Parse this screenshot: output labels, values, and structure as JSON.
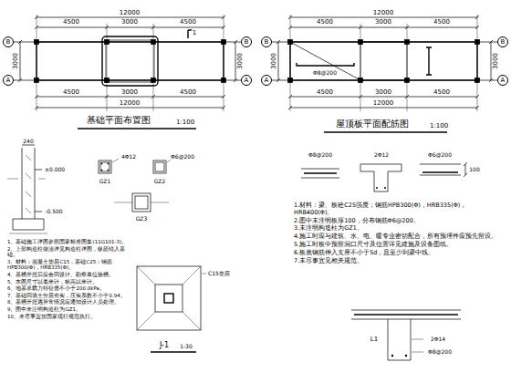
{
  "diagram": {
    "nodes": [
      {
        "text": [
          "B"
        ]
      },
      {
        "text": [
          "A"
        ]
      },
      {
        "text": [
          "B"
        ]
      },
      {
        "text": [
          "A"
        ]
      },
      {
        "text": [
          "B"
        ]
      },
      {
        "text": [
          "A"
        ]
      },
      {
        "text": [
          "B"
        ]
      },
      {
        "text": [
          "A"
        ]
      }
    ],
    "labels": [
      "12000",
      "4500",
      "3000",
      "4500",
      "4500",
      "3000",
      "4500",
      "12000",
      "3000",
      "3000",
      "1",
      "基础平面布置图",
      "1:100",
      "12000",
      "4500",
      "3000",
      "4500",
      "4500",
      "3000",
      "4500",
      "12000",
      "3000",
      "3000",
      "屋顶板平面配筋图",
      "1:100",
      "±0.000",
      "-0.500",
      "240",
      "GZ1",
      "GZ2",
      "GZ3",
      "4Φ12",
      "Φ6@200",
      "J-1",
      "1:30",
      "C15垫层",
      "Φ8@200",
      "2Φ12",
      "Φ6@200",
      "100",
      "2Φ14",
      "Φ8@200",
      "L1",
      "1、基础施工详图参照国家标准图集(11G101-3)。",
      "2、上部构造柱做法详见构造柱详图，纵筋锚入基础。",
      "3、材料：混凝土垫层C15，基础C25；钢筋HPB300(Φ)，HRB335(Φ)。",
      "4、基槽开挖后应会同设计、勘察单位验槽。",
      "5、本图尺寸以毫米计，标高以米计。",
      "6、地基承载力特征值不小于200.0kPa。",
      "7、基础回填土分层夯实，压实系数不小于0.94。",
      "8、基槽开挖遇异常情况应通知设计人员处理。",
      "9、图中未注明构造柱为GZ1。",
      "10、未尽事宜按国家现行规范执行。",
      "1.材料：梁、板砼C25强度；钢筋HPB300(Φ)，HRB335(Φ)，HRB400(Φ)。",
      "2.图中未注明板厚100，分布钢筋Φ6@200。",
      "3.未注明构造柱为GZ1。",
      "4.施工时应与建筑、水、电、暖专业密切配合，所有预埋件应预先留设。",
      "5.施工时板中预留洞口尺寸及位置详见建施及设备图纸。",
      "6.板底钢筋伸入支座不小于5d，且至少到梁中线。",
      "7.未尽事宜见相关规范。",
      "Φ8@200"
    ]
  }
}
